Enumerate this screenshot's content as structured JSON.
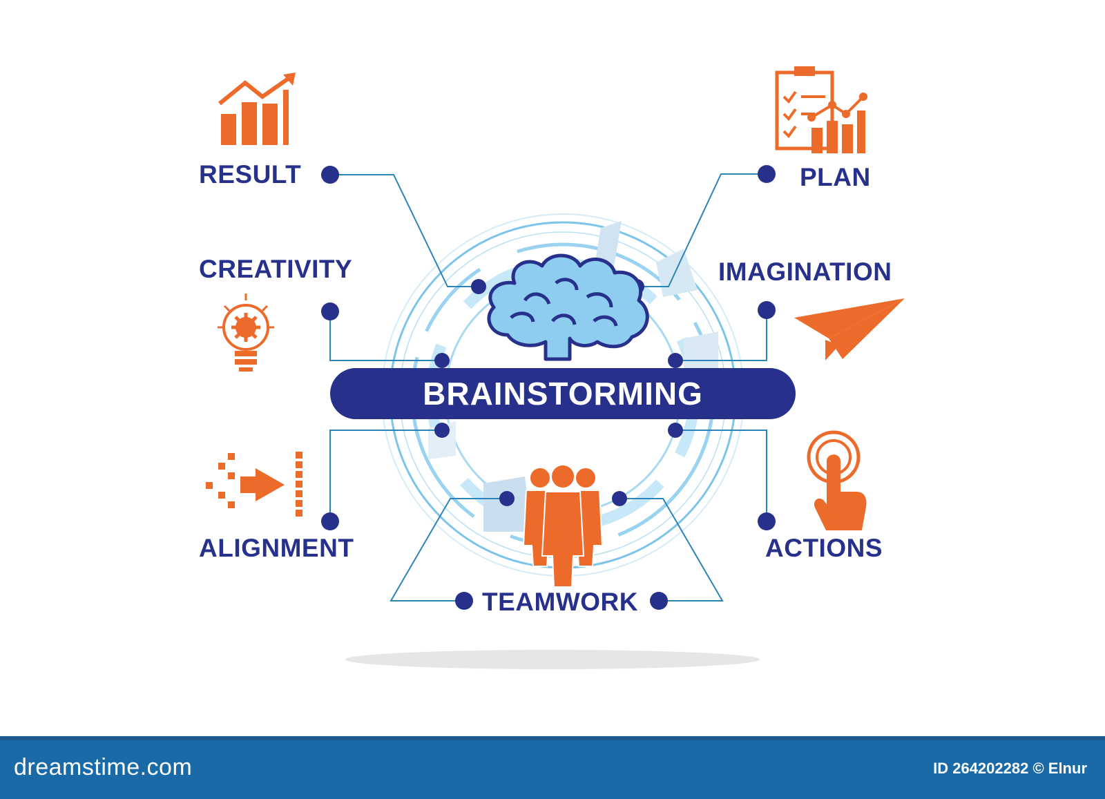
{
  "diagram": {
    "center": "BRAINSTORMING",
    "nodes": {
      "result": "RESULT",
      "plan": "PLAN",
      "creativity": "CREATIVITY",
      "imagination": "IMAGINATION",
      "alignment": "ALIGNMENT",
      "actions": "ACTIONS",
      "teamwork": "TEAMWORK"
    },
    "icons": {
      "result": "bar-chart-arrow-icon",
      "plan": "clipboard-chart-icon",
      "creativity": "lightbulb-gear-icon",
      "imagination": "paper-plane-icon",
      "alignment": "alignment-arrow-icon",
      "actions": "hand-tap-icon",
      "center": "brain-icon",
      "team": "team-people-icon"
    },
    "colors": {
      "label": "#27318b",
      "accent": "#ec6a2a",
      "line": "#2a84b8",
      "dot": "#27318b",
      "brain": "#8ecdf0",
      "ring": "#7cc4ea"
    }
  },
  "footer": {
    "logo": "dreamstime.com",
    "id_text": "ID 264202282 © Elnur"
  }
}
